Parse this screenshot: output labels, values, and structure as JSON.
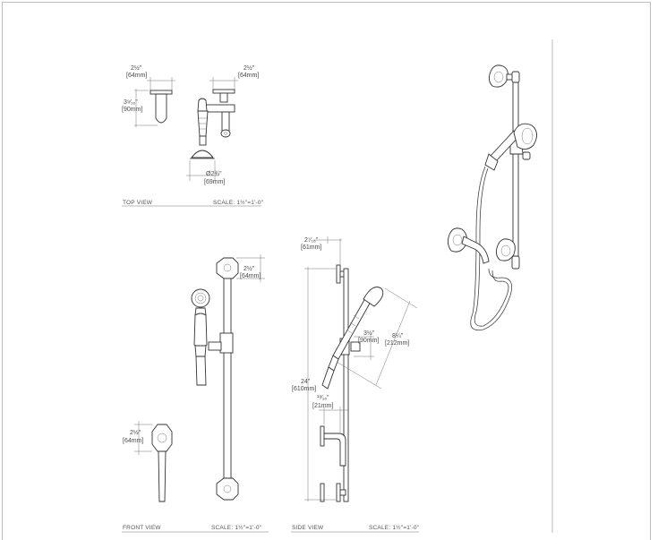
{
  "views": {
    "top": {
      "caption": "TOP VIEW",
      "scale": "SCALE: 1½\"=1'-0\"",
      "dims": {
        "left_width": "2½\"",
        "left_width_mm": "[64mm]",
        "depth": "3⁹⁄₁₆\"",
        "depth_mm": "[90mm]",
        "right_width": "2½\"",
        "right_width_mm": "[64mm]",
        "head_dia": "Ø2¾\"",
        "head_dia_mm": "[69mm]"
      }
    },
    "front": {
      "caption": "FRONT VIEW",
      "scale": "SCALE: 1½\"=1'-0\"",
      "dims": {
        "flange": "2½\"",
        "flange_mm": "[64mm]",
        "elbow": "2½\"",
        "elbow_mm": "[64mm]"
      }
    },
    "side": {
      "caption": "SIDE VIEW",
      "scale": "SCALE: 1½\"=1'-0\"",
      "dims": {
        "offset": "2⁷⁄₁₆\"",
        "offset_mm": "[61mm]",
        "bar_length": "24\"",
        "bar_length_mm": "[610mm]",
        "handle_proj": "3½\"",
        "handle_proj_mm": "[90mm]",
        "spray_len": "8¼\"",
        "spray_len_mm": "[212mm]",
        "elbow_gap": "¹³⁄₁₆\"",
        "elbow_gap_mm": "[21mm]"
      }
    }
  }
}
